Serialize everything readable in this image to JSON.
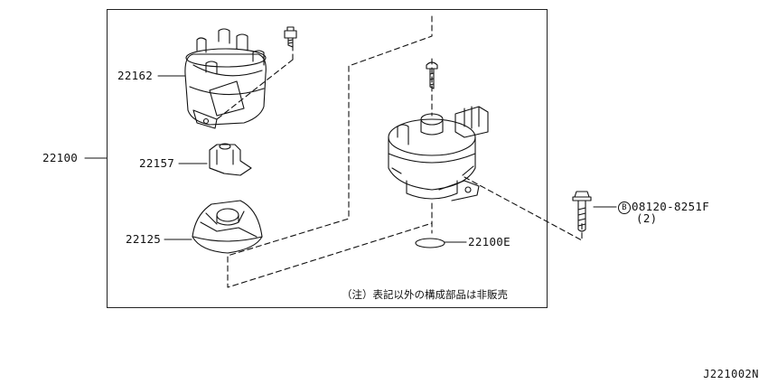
{
  "parts": {
    "assembly": "22100",
    "cap": "22162",
    "rotor": "22157",
    "seal_cover": "22125",
    "gasket": "22100E"
  },
  "bolt": {
    "symbol": "B",
    "part_number": "08120-8251F",
    "quantity": "(2)"
  },
  "note": "（注）表記以外の構成部品は非販売",
  "diagram_id": "J221002N"
}
